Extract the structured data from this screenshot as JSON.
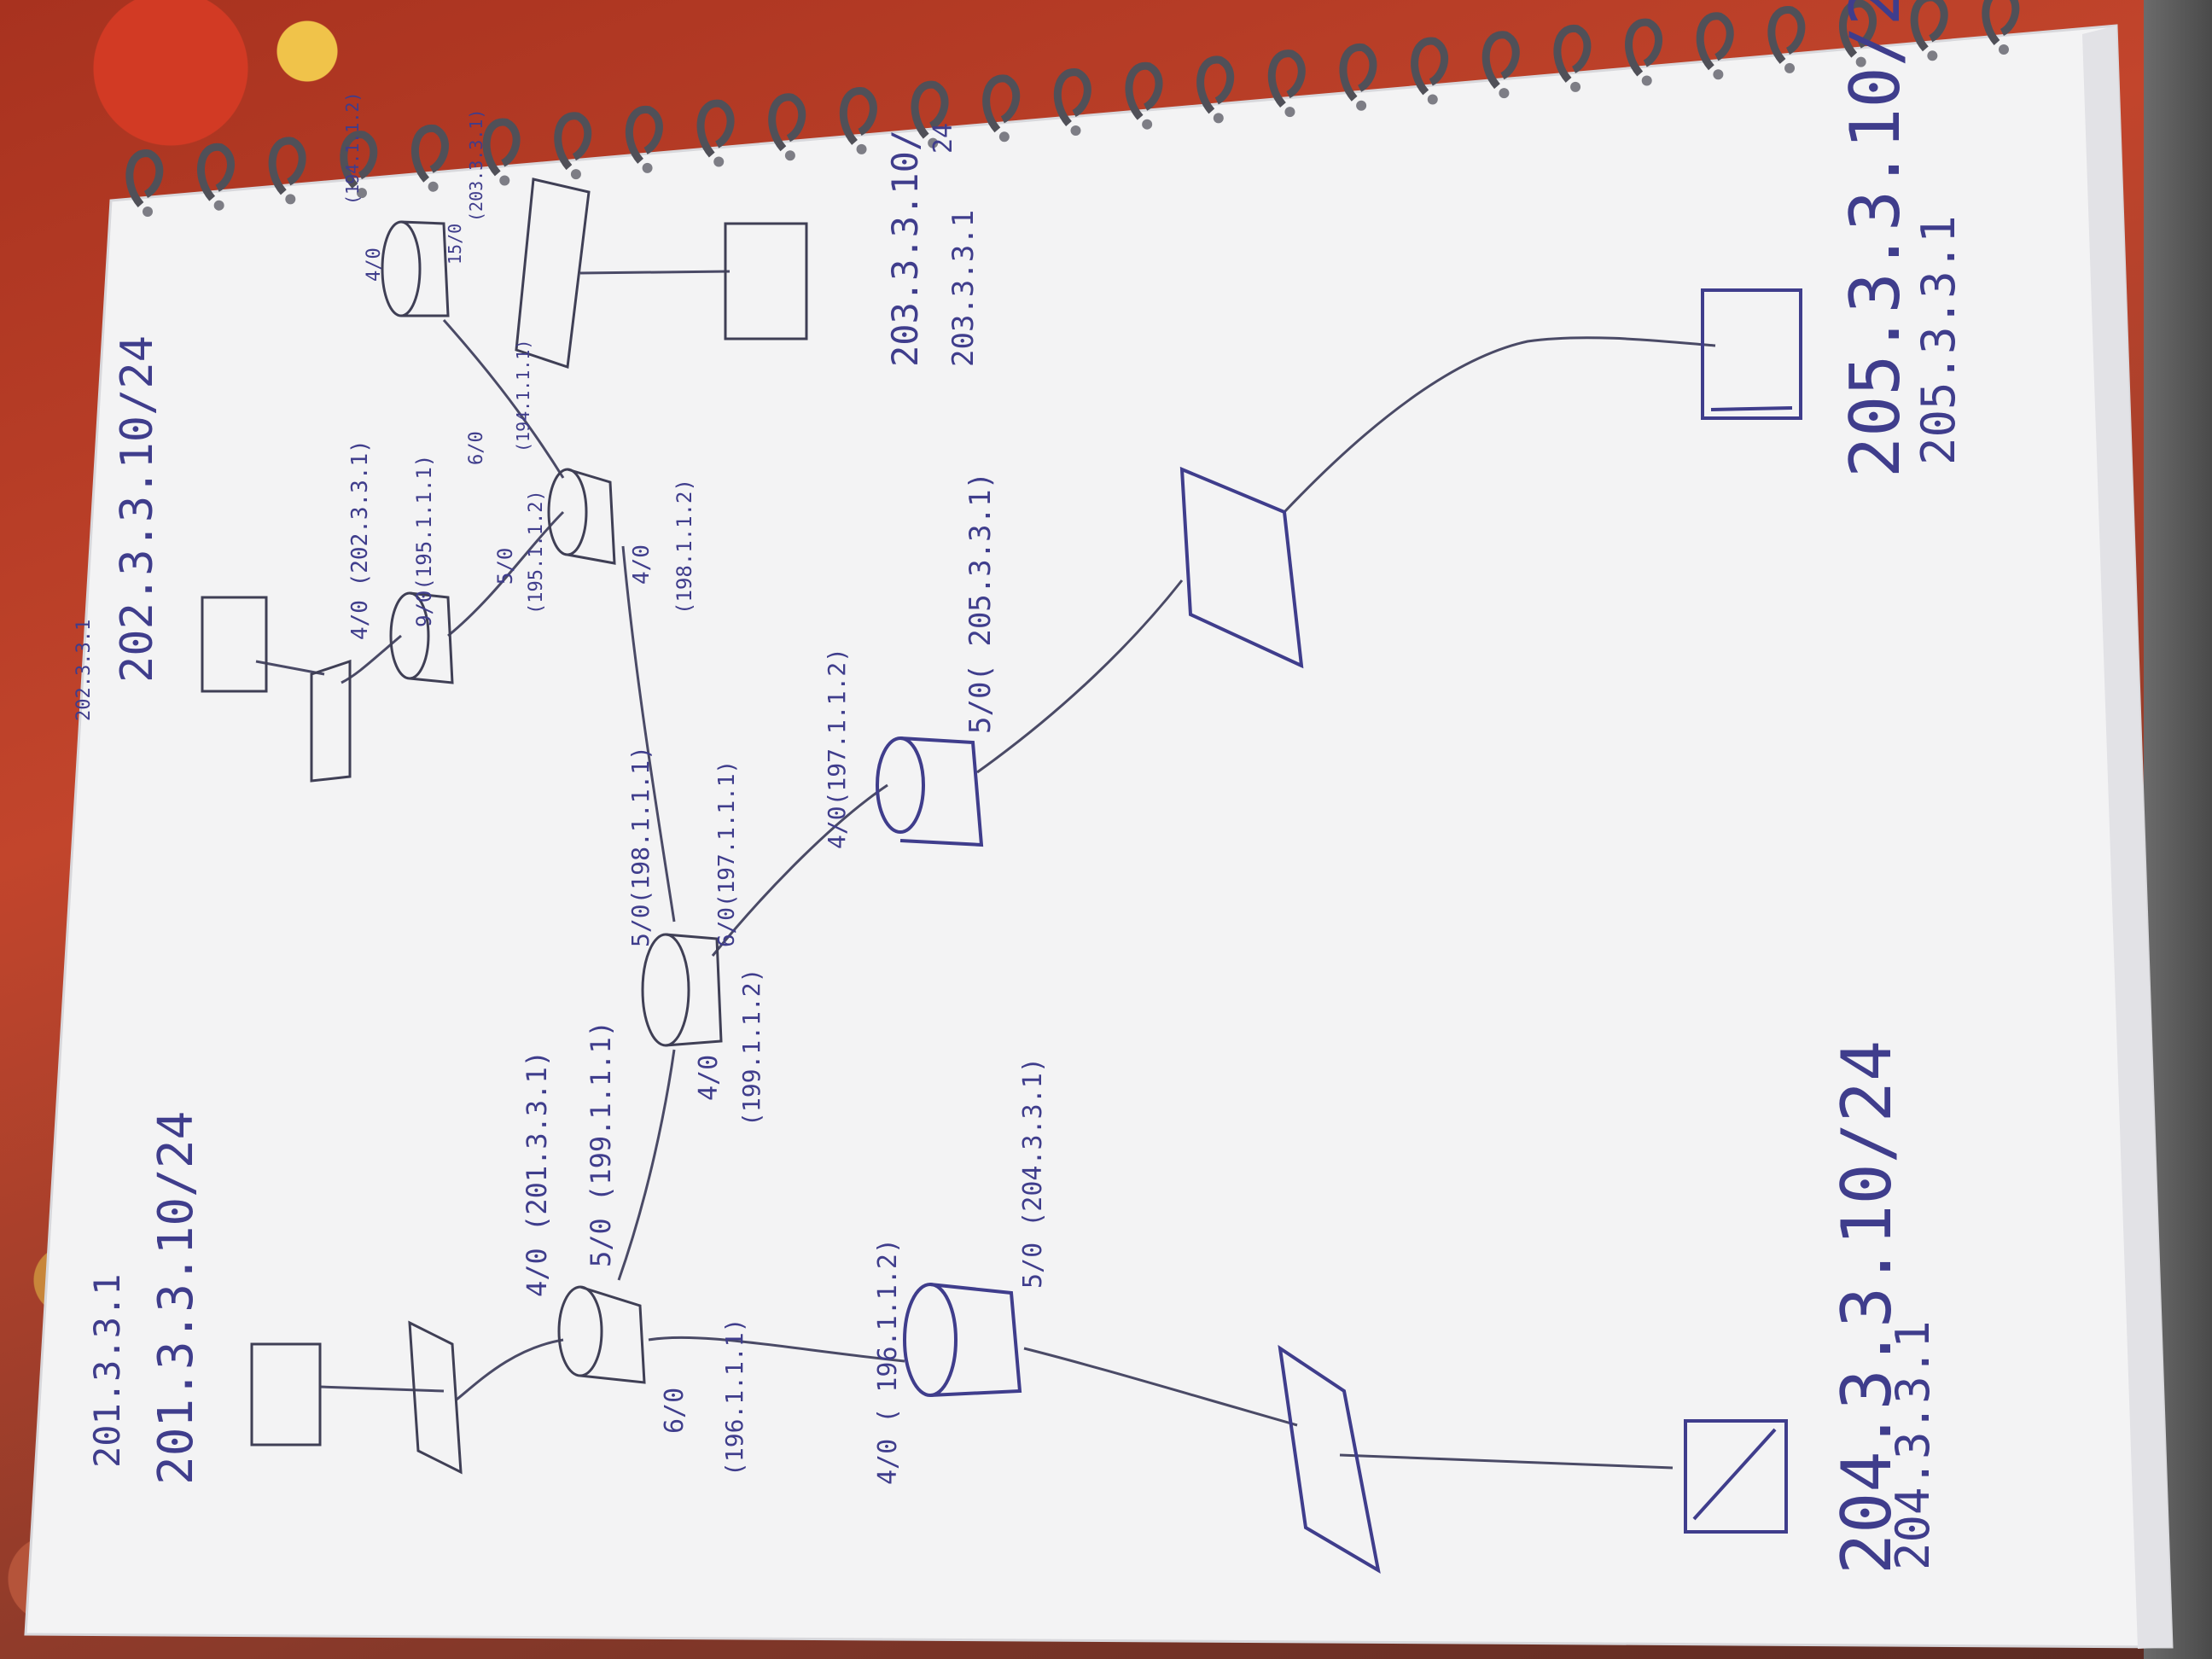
{
  "diagram": {
    "subnets": {
      "top_left_gateway": "201.3.3.1",
      "top_left_network": "201.3.3.10/24",
      "top_center_gateway": "202.3.3.1",
      "top_center_network": "202.3.3.10/24",
      "top_right_network_a": "203.3.3.10/",
      "top_right_network_b": "24",
      "top_right_gateway": "203.3.3.1",
      "bottom_left_network": "204.3.3.10/24",
      "bottom_left_gateway": "204.3.3.1",
      "bottom_right_network": "205.3.3.10/2",
      "bottom_right_gateway": "205.3.3.1"
    },
    "interfaces": {
      "r1_if4": "4/0 (201.3.3.1)",
      "r1_if5": "5/0 (199.1.1.1)",
      "r1_if6": "6/0",
      "r1_if6_ip": "(196.1.1.1)",
      "r2_if4": "4/0",
      "r2_if4_ip": "(199.1.1.2)",
      "r2_if5": "5/0(198.1.1.1)",
      "r2_if6": "6/0(197.1.1.1)",
      "r3_if4": "4/0 (202.3.3.1)",
      "r3_if9": "9/0(195.1.1.1)",
      "r4_if5": "5/0",
      "r4_if5_ip": "(195.1.1.2)",
      "r4_if4": "4/0",
      "r4_if4_ip": "(198.1.1.2)",
      "r4_if6": "6/0",
      "r4_if6_ip": "(194.1.1.1)",
      "r5_if4": "4/0",
      "r5_if4_ip": "(194.1.1.2)",
      "r5_if15": "15/0",
      "r5_if15_ip": "(203.3.3.1)",
      "r6_if4": "4/0(197.1.1.2)",
      "r6_if5": "5/0( 205.3.3.1)",
      "r7_if4": "4/0 ( 196.1.1.2)",
      "r7_if5": "5/0 (204.3.3.1)"
    }
  },
  "colors": {
    "paper": "#f3f3f4",
    "ink": "#3f3d8c",
    "pencil_ink": "#4a4a55",
    "fabric": "#a8321f"
  },
  "icons": {
    "router": "router-cylinder-icon",
    "switch": "switch-parallelogram-icon",
    "pc": "pc-monitor-icon",
    "binding": "spiral-binding-icon"
  }
}
